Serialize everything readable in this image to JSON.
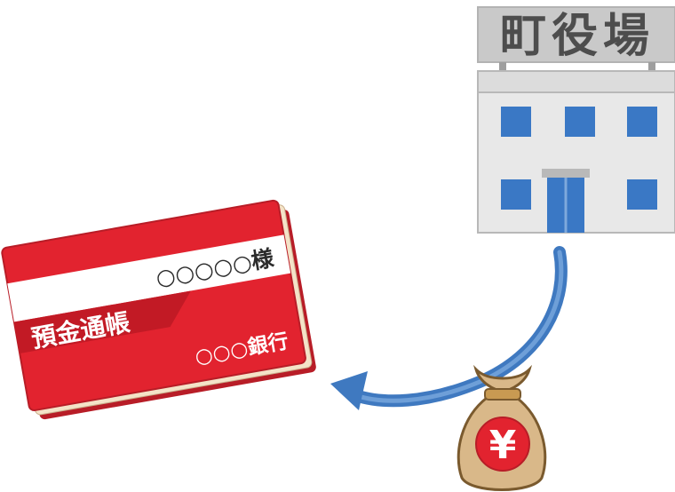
{
  "town_hall": {
    "sign_text": "町役場"
  },
  "passbook": {
    "holder_name": "○○○○○様",
    "title": "預金通帳",
    "bank_name": "○○○銀行"
  },
  "money_bag": {
    "symbol": "¥"
  },
  "colors": {
    "passbook_red": "#e2232f",
    "building_window_blue": "#3a78c5",
    "arrow_blue": "#4a84c8",
    "bag_tan": "#d9b889"
  }
}
